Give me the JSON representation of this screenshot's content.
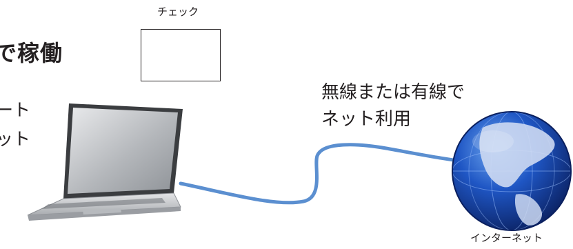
{
  "heading": {
    "title": "で稼働",
    "side_line1": "ート",
    "side_line2": "ット"
  },
  "check": {
    "label": "チェック"
  },
  "connection": {
    "line1": "無線または有線で",
    "line2": "ネット利用"
  },
  "internet": {
    "label": "インターネット"
  },
  "colors": {
    "cable": "#5b8fd0",
    "globe_ocean": "#1a3f9c",
    "globe_land": "#cdd9f2",
    "laptop_body": "#c9cbce"
  }
}
